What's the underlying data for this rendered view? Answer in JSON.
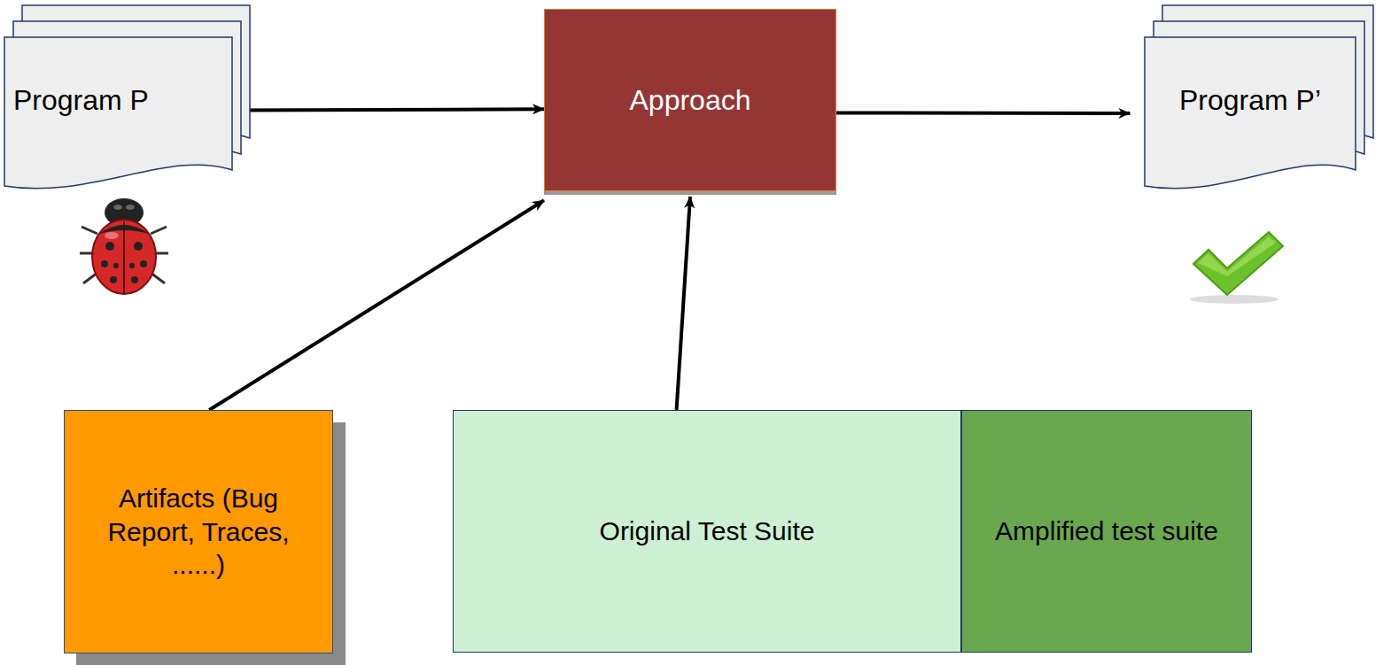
{
  "diagram": {
    "nodes": [
      {
        "text": [
          "Program P"
        ]
      },
      {
        "text": [
          "Approach"
        ]
      },
      {
        "text": [
          "Program P’"
        ]
      },
      {
        "text": [
          "Artifacts (Bug Report, Traces, ......)"
        ]
      },
      {
        "text": [
          "Original Test Suite"
        ]
      },
      {
        "text": [
          "Amplified test suite"
        ]
      }
    ],
    "edges": [
      {
        "from": 0,
        "to": 1,
        "arrow": "to"
      },
      {
        "from": 1,
        "to": 2,
        "arrow": "to"
      },
      {
        "from": 3,
        "to": 1,
        "arrow": "to"
      },
      {
        "from": 4,
        "to": 1,
        "arrow": "to"
      }
    ]
  }
}
